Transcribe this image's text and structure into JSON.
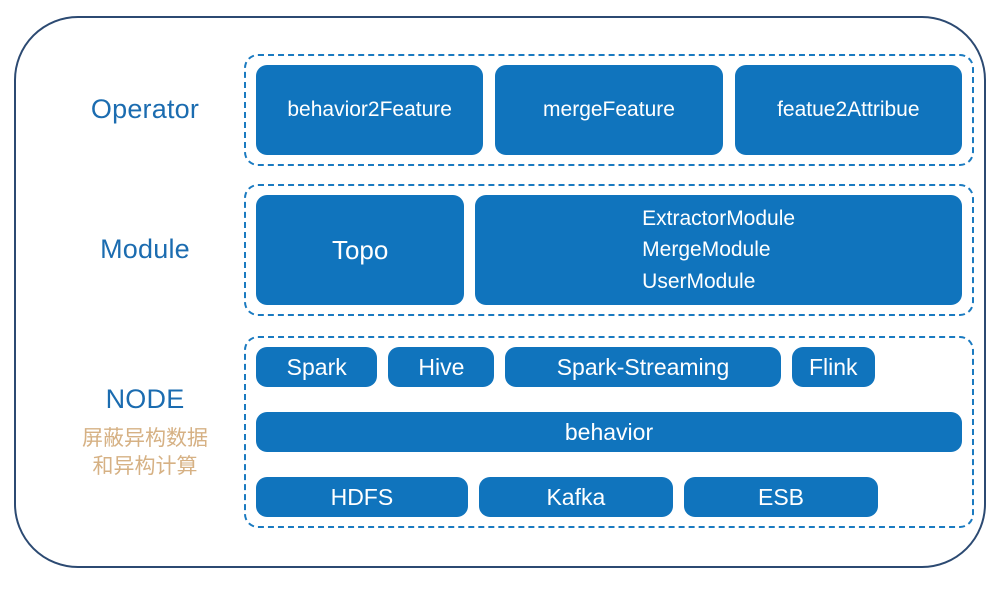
{
  "diagram": {
    "colors": {
      "outer_frame": "#2c4a72",
      "dashed_border": "#1a7ac0",
      "box_fill": "#1074bd",
      "box_text": "#ffffff",
      "tier_label": "#1b6cb0",
      "tier_sub": "#d6b184",
      "background": "#ffffff"
    },
    "tiers": [
      {
        "label": "Operator",
        "sub": "",
        "boxes": [
          {
            "text": "behavior2Feature"
          },
          {
            "text": "mergeFeature"
          },
          {
            "text": "featue2Attribue"
          }
        ]
      },
      {
        "label": "Module",
        "sub": "",
        "topo": "Topo",
        "modules": [
          "ExtractorModule",
          "MergeModule",
          "UserModule"
        ]
      },
      {
        "label": "NODE",
        "sub_line1": "屏蔽异构数据",
        "sub_line2": "和异构计算",
        "row1": [
          {
            "text": "Spark"
          },
          {
            "text": "Hive"
          },
          {
            "text": "Spark-Streaming"
          },
          {
            "text": "Flink"
          }
        ],
        "row2": [
          {
            "text": "behavior"
          }
        ],
        "row3": [
          {
            "text": "HDFS"
          },
          {
            "text": "Kafka"
          },
          {
            "text": "ESB"
          }
        ]
      }
    ]
  }
}
